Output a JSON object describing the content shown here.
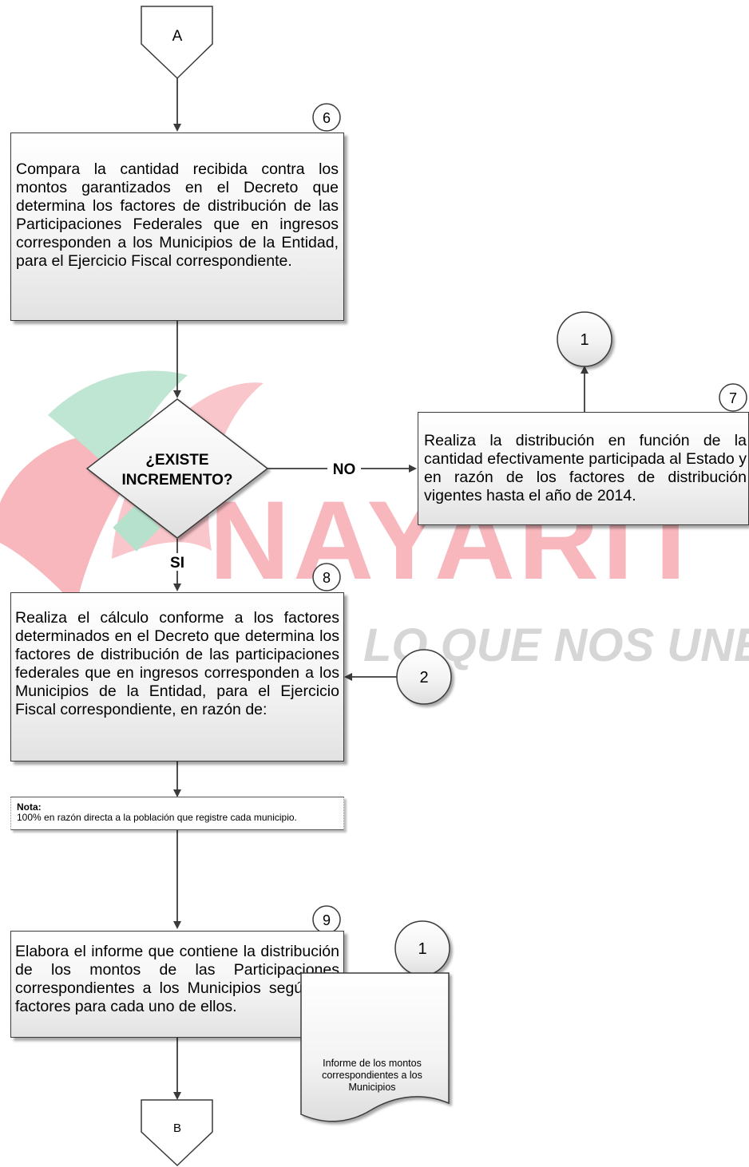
{
  "connectors": {
    "top": "A",
    "bottom": "B"
  },
  "steps": {
    "s6": {
      "number": "6",
      "text": "Compara la cantidad recibida contra los montos garantizados en el Decreto que determina los factores de distribución de las Participaciones Federales que en ingresos corresponden a los Municipios de la Entidad, para el Ejercicio Fiscal correspondiente."
    },
    "s7": {
      "number": "7",
      "text": "Realiza la distribución en función de la cantidad efectivamente participada al Estado y en razón de los factores de distribución vigentes hasta el año de 2014."
    },
    "s8": {
      "number": "8",
      "text": "Realiza el cálculo conforme a los factores determinados en el Decreto que determina los factores de distribución de las participaciones federales que en ingresos corresponden a los Municipios de la Entidad, para el Ejercicio Fiscal correspondiente, en razón de:"
    },
    "s9": {
      "number": "9",
      "text": "Elabora el informe que contiene la distribución de los montos de las Participaciones correspondientes a los Municipios según los factores para cada uno de ellos."
    }
  },
  "decision": {
    "question_line1": "¿EXISTE",
    "question_line2": "INCREMENTO?",
    "no_label": "NO",
    "yes_label": "SI"
  },
  "circles": {
    "c1_top": "1",
    "c2": "2",
    "c1_bottom": "1"
  },
  "note": {
    "title": "Nota:",
    "body": "100% en razón directa a la población que registre cada municipio."
  },
  "document": {
    "text": "Informe de los montos correspondientes a los Municipios"
  },
  "watermark": {
    "big": "NAYARIT",
    "slogan": "LO QUE NOS UNE"
  },
  "colors": {
    "watermark_red": "#f7b7bd",
    "watermark_green": "#b6e2cd",
    "watermark_gray": "#d6d6d6",
    "stroke": "#3a3a3a"
  }
}
